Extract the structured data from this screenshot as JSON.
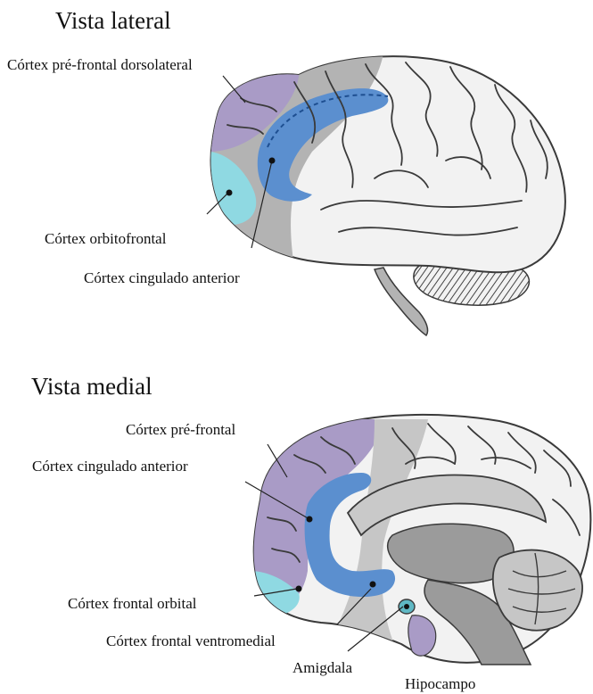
{
  "lateral": {
    "title": "Vista lateral",
    "labels": {
      "dlpfc": "Córtex pré-frontal dorsolateral",
      "ofc": "Córtex orbitofrontal",
      "acc": "Córtex cingulado anterior"
    }
  },
  "medial": {
    "title": "Vista medial",
    "labels": {
      "pfc": "Córtex pré-frontal",
      "acc": "Córtex cingulado anterior",
      "ofc": "Córtex frontal orbital",
      "vmpfc": "Córtex frontal ventromedial",
      "amygdala": "Amigdala",
      "hippocampus": "Hipocampo"
    }
  },
  "colors": {
    "purple": "#a99bc6",
    "cyan": "#8fd9e2",
    "blue": "#5b8fcf",
    "gray": "#b3b3b3",
    "white": "#f2f2f2",
    "outline": "#3a3a3a"
  }
}
